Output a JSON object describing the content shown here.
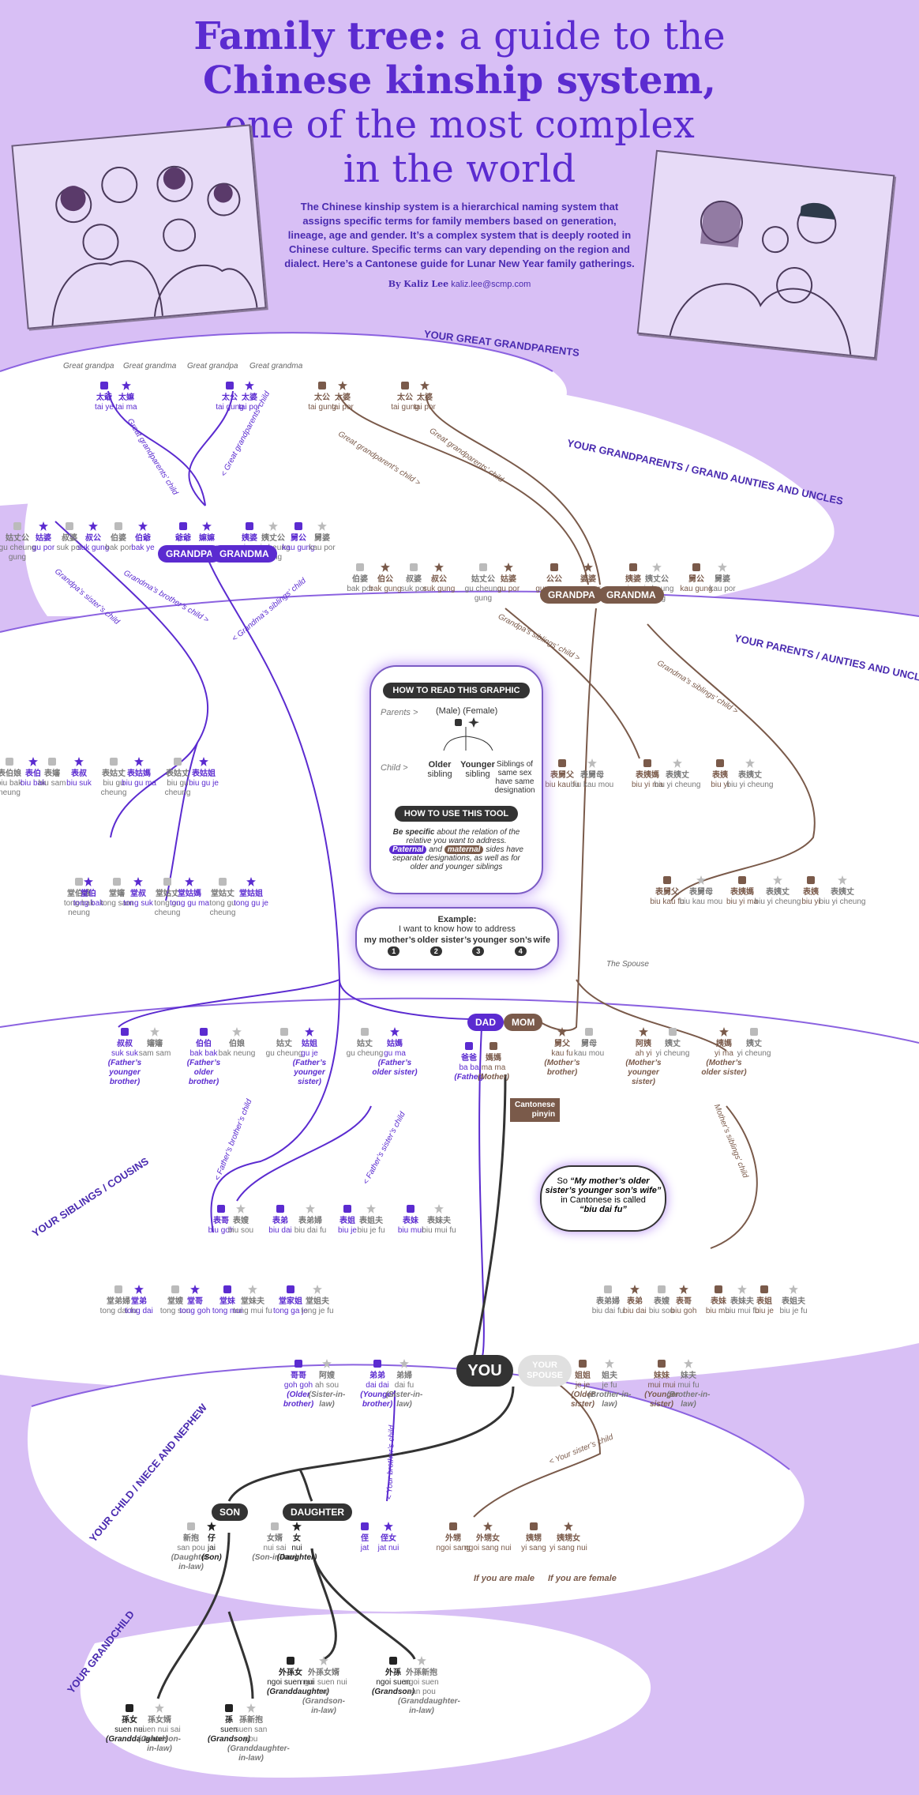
{
  "title": {
    "bold1": "Family tree:",
    "rest1": "a guide to the",
    "bold2": "Chinese kinship system,",
    "rest2": "one of the most complex",
    "rest3": "in the world"
  },
  "intro": "The Chinese kinship system is a hierarchical naming system that assigns specific terms for family members based on generation, lineage, age and gender. It’s a complex system that is deeply rooted in Chinese culture. Specific terms can vary depending on the region and dialect. Here’s a Cantonese guide for Lunar New Year family gatherings.",
  "byline": {
    "by": "By Kaliz Lee",
    "email": "kaliz.lee@scmp.com"
  },
  "sections": {
    "great": "YOUR GREAT GRANDPARENTS",
    "grand": "YOUR GRANDPARENTS / GRAND AUNTIES AND UNCLES",
    "parents": "YOUR PARENTS / AUNTIES AND UNCLES",
    "siblings": "YOUR SIBLINGS / COUSINS",
    "child": "YOUR CHILD / NIECE AND NEPHEW",
    "grandchild": "YOUR GRANDCHILD"
  },
  "colors": {
    "paternal": "#5b2bd0",
    "maternal": "#7a5a4a",
    "background": "#d8bff5",
    "you": "#333333"
  },
  "great_labels": [
    "Great grandpa",
    "Great grandma",
    "Great grandpa",
    "Great grandma"
  ],
  "great": [
    {
      "hz": "太爺",
      "py": "tai ye",
      "side": "p"
    },
    {
      "hz": "太嫲",
      "py": "tai ma",
      "side": "p"
    },
    {
      "hz": "太公",
      "py": "tai gung",
      "side": "p"
    },
    {
      "hz": "太婆",
      "py": "tai por",
      "side": "p"
    },
    {
      "hz": "太公",
      "py": "tai gung",
      "side": "m"
    },
    {
      "hz": "太婆",
      "py": "tai por",
      "side": "m"
    },
    {
      "hz": "太公",
      "py": "tai gung",
      "side": "m"
    },
    {
      "hz": "太婆",
      "py": "tai por",
      "side": "m"
    }
  ],
  "tags": {
    "grandpa": "GRANDPA",
    "grandma": "GRANDMA",
    "dad": "DAD",
    "mom": "MOM",
    "son": "SON",
    "daughter": "DAUGHTER",
    "you": "YOU",
    "spouse": "YOUR SPOUSE"
  },
  "pat_grand": [
    {
      "hz": "姑丈公",
      "py": "gu cheung gung",
      "side": "g"
    },
    {
      "hz": "姑婆",
      "py": "gu por",
      "side": "p"
    },
    {
      "hz": "叔婆",
      "py": "suk por",
      "side": "g"
    },
    {
      "hz": "叔公",
      "py": "suk gung",
      "side": "p"
    },
    {
      "hz": "伯婆",
      "py": "bak por",
      "side": "g"
    },
    {
      "hz": "伯爺",
      "py": "bak ye",
      "side": "p"
    },
    {
      "hz": "爺爺",
      "py": "ye ye",
      "side": "p"
    },
    {
      "hz": "嫲嫲",
      "py": "ma ma",
      "side": "p"
    },
    {
      "hz": "姨婆",
      "py": "yi por",
      "side": "p"
    },
    {
      "hz": "姨丈公",
      "py": "yi cheung gung",
      "side": "g"
    },
    {
      "hz": "舅公",
      "py": "kau gung",
      "side": "p"
    },
    {
      "hz": "舅婆",
      "py": "kau por",
      "side": "g"
    }
  ],
  "mat_grand": [
    {
      "hz": "伯婆",
      "py": "bak por",
      "side": "g"
    },
    {
      "hz": "伯公",
      "py": "bak gung",
      "side": "m"
    },
    {
      "hz": "叔婆",
      "py": "suk por",
      "side": "g"
    },
    {
      "hz": "叔公",
      "py": "suk gung",
      "side": "m"
    },
    {
      "hz": "姑丈公",
      "py": "gu cheung gung",
      "side": "g"
    },
    {
      "hz": "姑婆",
      "py": "gu por",
      "side": "m"
    },
    {
      "hz": "公公",
      "py": "gung gung",
      "side": "m"
    },
    {
      "hz": "婆婆",
      "py": "por por",
      "side": "m"
    },
    {
      "hz": "姨婆",
      "py": "yi por",
      "side": "m"
    },
    {
      "hz": "姨丈公",
      "py": "yi cheung gung",
      "side": "g"
    },
    {
      "hz": "舅公",
      "py": "kau gung",
      "side": "m"
    },
    {
      "hz": "舅婆",
      "py": "kau por",
      "side": "g"
    }
  ],
  "rel_labels": {
    "gg_child_p": "Great grandparents’ child",
    "gg_child_p2": "< Great grandparents’ child",
    "gg_child_m": "Great grandparent’s child >",
    "gg_child_m2": "Great grandparents’ child",
    "gpa_sister": "Grandpa’s sister’s child",
    "gma_brother": "Grandma’s brother’s child >",
    "gma_sibling": "< Grandma’s siblings’ child",
    "gma_sibling_m": "Grandpa’s siblings’ child >",
    "gma_sibling_m2": "Grandma’s siblings’ child >",
    "father_brother": "< Father’s brother’s child",
    "father_sister": "< Father’s sister’s child",
    "mother_sibling": "Mother’s siblings’ child",
    "brother_child": "< Your brother’s child",
    "sister_child": "< Your sister’s child",
    "spouse_lbl": "The Spouse"
  },
  "pat_cousin_row1": [
    {
      "hz": "表伯娘",
      "py": "biu bak neung",
      "side": "g"
    },
    {
      "hz": "表伯",
      "py": "biu bak",
      "side": "p"
    },
    {
      "hz": "表嬸",
      "py": "biu sam",
      "side": "g"
    },
    {
      "hz": "表叔",
      "py": "biu suk",
      "side": "p"
    },
    {
      "hz": "表姑丈",
      "py": "biu gu cheung",
      "side": "g"
    },
    {
      "hz": "表姑媽",
      "py": "biu gu ma",
      "side": "p"
    },
    {
      "hz": "表姑丈",
      "py": "biu gu cheung",
      "side": "g"
    },
    {
      "hz": "表姑姐",
      "py": "biu gu je",
      "side": "p"
    }
  ],
  "pat_cousin_row2": [
    {
      "hz": "堂伯娘",
      "py": "tong bak neung",
      "side": "g"
    },
    {
      "hz": "堂伯",
      "py": "tong bak",
      "side": "p"
    },
    {
      "hz": "堂嬸",
      "py": "tong sam",
      "side": "g"
    },
    {
      "hz": "堂叔",
      "py": "tong suk",
      "side": "p"
    },
    {
      "hz": "堂姑丈",
      "py": "tong gu cheung",
      "side": "g"
    },
    {
      "hz": "堂姑媽",
      "py": "tong gu ma",
      "side": "p"
    },
    {
      "hz": "堂姑丈",
      "py": "tong gu cheung",
      "side": "g"
    },
    {
      "hz": "堂姑姐",
      "py": "tong gu je",
      "side": "p"
    }
  ],
  "mat_cousin_row1": [
    {
      "hz": "表舅父",
      "py": "biu kau fu",
      "side": "m"
    },
    {
      "hz": "表舅母",
      "py": "biu kau mou",
      "side": "g"
    },
    {
      "hz": "表姨媽",
      "py": "biu yi ma",
      "side": "m"
    },
    {
      "hz": "表姨丈",
      "py": "biu yi cheung",
      "side": "g"
    },
    {
      "hz": "表姨",
      "py": "biu yi",
      "side": "m"
    },
    {
      "hz": "表姨丈",
      "py": "biu yi cheung",
      "side": "g"
    }
  ],
  "mat_cousin_row2": [
    {
      "hz": "表舅父",
      "py": "biu kau fu",
      "side": "m"
    },
    {
      "hz": "表舅母",
      "py": "biu kau mou",
      "side": "g"
    },
    {
      "hz": "表姨媽",
      "py": "biu yi ma",
      "side": "m"
    },
    {
      "hz": "表姨丈",
      "py": "biu yi cheung",
      "side": "g"
    },
    {
      "hz": "表姨",
      "py": "biu yi",
      "side": "m"
    },
    {
      "hz": "表姨丈",
      "py": "biu yi cheung",
      "side": "g"
    }
  ],
  "guide": {
    "how_read": "HOW TO READ THIS GRAPHIC",
    "parents": "Parents >",
    "male_female": "(Male) (Female)",
    "child": "Child >",
    "older": "Older",
    "younger": "Younger",
    "sibling": "sibling",
    "same_sex": "Siblings of same sex have same designation",
    "how_use": "HOW TO USE THIS TOOL",
    "be_specific": "Be specific",
    "use1": "about the relation of the relative you want to address.",
    "paternal": "Paternal",
    "and": "and",
    "maternal": "maternal",
    "use2": "sides have separate designations, as well as for older and younger siblings"
  },
  "example": {
    "title": "Example:",
    "line": "I want to know how to address",
    "w1": "my mother’s",
    "w2": "older sister’s",
    "w3": "younger son’s",
    "w4": "wife",
    "n": [
      "1",
      "2",
      "3",
      "4"
    ]
  },
  "parents_p": [
    {
      "hz": "叔叔",
      "py": "suk suk",
      "side": "p",
      "en": "(Father’s younger brother)"
    },
    {
      "hz": "嬸嬸",
      "py": "sam sam",
      "side": "g",
      "en": ""
    },
    {
      "hz": "伯伯",
      "py": "bak bak",
      "side": "p",
      "en": "(Father’s older brother)"
    },
    {
      "hz": "伯娘",
      "py": "bak neung",
      "side": "g",
      "en": ""
    },
    {
      "hz": "姑丈",
      "py": "gu cheung",
      "side": "g",
      "en": ""
    },
    {
      "hz": "姑姐",
      "py": "gu je",
      "side": "p",
      "en": "(Father’s younger sister)"
    },
    {
      "hz": "姑丈",
      "py": "gu cheung",
      "side": "g",
      "en": ""
    },
    {
      "hz": "姑媽",
      "py": "gu ma",
      "side": "p",
      "en": "(Father’s older sister)"
    },
    {
      "hz": "爸爸",
      "py": "ba ba",
      "side": "p",
      "en": "(Father)"
    }
  ],
  "parents_m": [
    {
      "hz": "媽媽",
      "py": "ma ma",
      "side": "m",
      "en": "(Mother)"
    },
    {
      "hz": "舅父",
      "py": "kau fu",
      "side": "m",
      "en": "(Mother’s brother)"
    },
    {
      "hz": "舅母",
      "py": "kau mou",
      "side": "g",
      "en": ""
    },
    {
      "hz": "阿姨",
      "py": "ah yi",
      "side": "m",
      "en": "(Mother’s younger sister)"
    },
    {
      "hz": "姨丈",
      "py": "yi cheung",
      "side": "g",
      "en": ""
    },
    {
      "hz": "姨媽",
      "py": "yi ma",
      "side": "m",
      "en": "(Mother’s older sister)"
    },
    {
      "hz": "姨丈",
      "py": "yi cheung",
      "side": "g",
      "en": ""
    }
  ],
  "pinyin_tag": {
    "l1": "Cantonese",
    "l2": "pinyin"
  },
  "note": {
    "so": "So",
    "q": "“My mother’s older sister’s younger son’s wife”",
    "mid": "in Cantonese is called",
    "ans": "“biu dai fu”"
  },
  "biu_cousins_p": [
    {
      "hz": "表哥",
      "py": "biu goh",
      "side": "p"
    },
    {
      "hz": "表嫂",
      "py": "biu sou",
      "side": "g"
    },
    {
      "hz": "表弟",
      "py": "biu dai",
      "side": "p"
    },
    {
      "hz": "表弟婦",
      "py": "biu dai fu",
      "side": "g"
    },
    {
      "hz": "表姐",
      "py": "biu je",
      "side": "p"
    },
    {
      "hz": "表姐夫",
      "py": "biu je fu",
      "side": "g"
    },
    {
      "hz": "表妹",
      "py": "biu mui",
      "side": "p"
    },
    {
      "hz": "表妹夫",
      "py": "biu mui fu",
      "side": "g"
    }
  ],
  "tong_cousins": [
    {
      "hz": "堂弟婦",
      "py": "tong dai fu",
      "side": "g"
    },
    {
      "hz": "堂弟",
      "py": "tong dai",
      "side": "p"
    },
    {
      "hz": "堂嫂",
      "py": "tong sou",
      "side": "g"
    },
    {
      "hz": "堂哥",
      "py": "tong goh",
      "side": "p"
    },
    {
      "hz": "堂妹",
      "py": "tong mui",
      "side": "p"
    },
    {
      "hz": "堂妹夫",
      "py": "tong mui fu",
      "side": "g"
    },
    {
      "hz": "堂家姐",
      "py": "tong ga je",
      "side": "p"
    },
    {
      "hz": "堂姐夫",
      "py": "tong je fu",
      "side": "g"
    }
  ],
  "biu_cousins_m": [
    {
      "hz": "表弟婦",
      "py": "biu dai fu",
      "side": "g"
    },
    {
      "hz": "表弟",
      "py": "biu dai",
      "side": "m"
    },
    {
      "hz": "表嫂",
      "py": "biu sou",
      "side": "g"
    },
    {
      "hz": "表哥",
      "py": "biu goh",
      "side": "m"
    },
    {
      "hz": "表妹",
      "py": "biu mui",
      "side": "m"
    },
    {
      "hz": "表妹夫",
      "py": "biu mui fu",
      "side": "g"
    },
    {
      "hz": "表姐",
      "py": "biu je",
      "side": "m"
    },
    {
      "hz": "表姐夫",
      "py": "biu je fu",
      "side": "g"
    }
  ],
  "siblings": [
    {
      "hz": "哥哥",
      "py": "goh goh",
      "side": "p",
      "en": "(Older brother)"
    },
    {
      "hz": "阿嫂",
      "py": "ah sou",
      "side": "g",
      "en": "(Sister-in-law)"
    },
    {
      "hz": "弟弟",
      "py": "dai dai",
      "side": "p",
      "en": "(Younger brother)"
    },
    {
      "hz": "弟婦",
      "py": "dai fu",
      "side": "g",
      "en": "(Sister-in-law)"
    },
    {
      "hz": "姐姐",
      "py": "je je",
      "side": "m",
      "en": "(Older sister)"
    },
    {
      "hz": "姐夫",
      "py": "je fu",
      "side": "g",
      "en": "(Brother-in-law)"
    },
    {
      "hz": "妹妹",
      "py": "mui mui",
      "side": "m",
      "en": "(Younger sister)"
    },
    {
      "hz": "妹夫",
      "py": "mui fu",
      "side": "g",
      "en": "(Brother-in-law)"
    }
  ],
  "children": [
    {
      "hz": "新抱",
      "py": "san pou",
      "side": "g",
      "en": "(Daughter-in-law)"
    },
    {
      "hz": "仔",
      "py": "jai",
      "side": "k",
      "en": "(Son)"
    },
    {
      "hz": "女婿",
      "py": "nui sai",
      "side": "g",
      "en": "(Son-in-law)"
    },
    {
      "hz": "女",
      "py": "nui",
      "side": "k",
      "en": "(Daughter)"
    },
    {
      "hz": "侄",
      "py": "jat",
      "side": "p",
      "en": ""
    },
    {
      "hz": "侄女",
      "py": "jat nui",
      "side": "p",
      "en": ""
    },
    {
      "hz": "外甥",
      "py": "ngoi sang",
      "side": "m",
      "en": ""
    },
    {
      "hz": "外甥女",
      "py": "ngoi sang nui",
      "side": "m",
      "en": ""
    },
    {
      "hz": "姨甥",
      "py": "yi sang",
      "side": "m",
      "en": ""
    },
    {
      "hz": "姨甥女",
      "py": "yi sang nui",
      "side": "m",
      "en": ""
    }
  ],
  "if_male": "If you are male",
  "if_female": "If you are female",
  "grandchildren": [
    {
      "hz": "外孫女",
      "py": "ngoi suen nui",
      "side": "k",
      "en": "(Granddaughter)"
    },
    {
      "hz": "外孫女婿",
      "py": "ngoi suen nui sai",
      "side": "g",
      "en": "(Grandson-in-law)"
    },
    {
      "hz": "外孫",
      "py": "ngoi suen",
      "side": "k",
      "en": "(Grandson)"
    },
    {
      "hz": "外孫新抱",
      "py": "ngoi suen san pou",
      "side": "g",
      "en": "(Granddaughter-in-law)"
    },
    {
      "hz": "孫女",
      "py": "suen nui",
      "side": "k",
      "en": "(Granddaughter)"
    },
    {
      "hz": "孫女婿",
      "py": "suen nui sai",
      "side": "g",
      "en": "(Grandson-in-law)"
    },
    {
      "hz": "孫",
      "py": "suen",
      "side": "k",
      "en": "(Grandson)"
    },
    {
      "hz": "孫新抱",
      "py": "suen san pou",
      "side": "g",
      "en": "(Granddaughter-in-law)"
    }
  ]
}
